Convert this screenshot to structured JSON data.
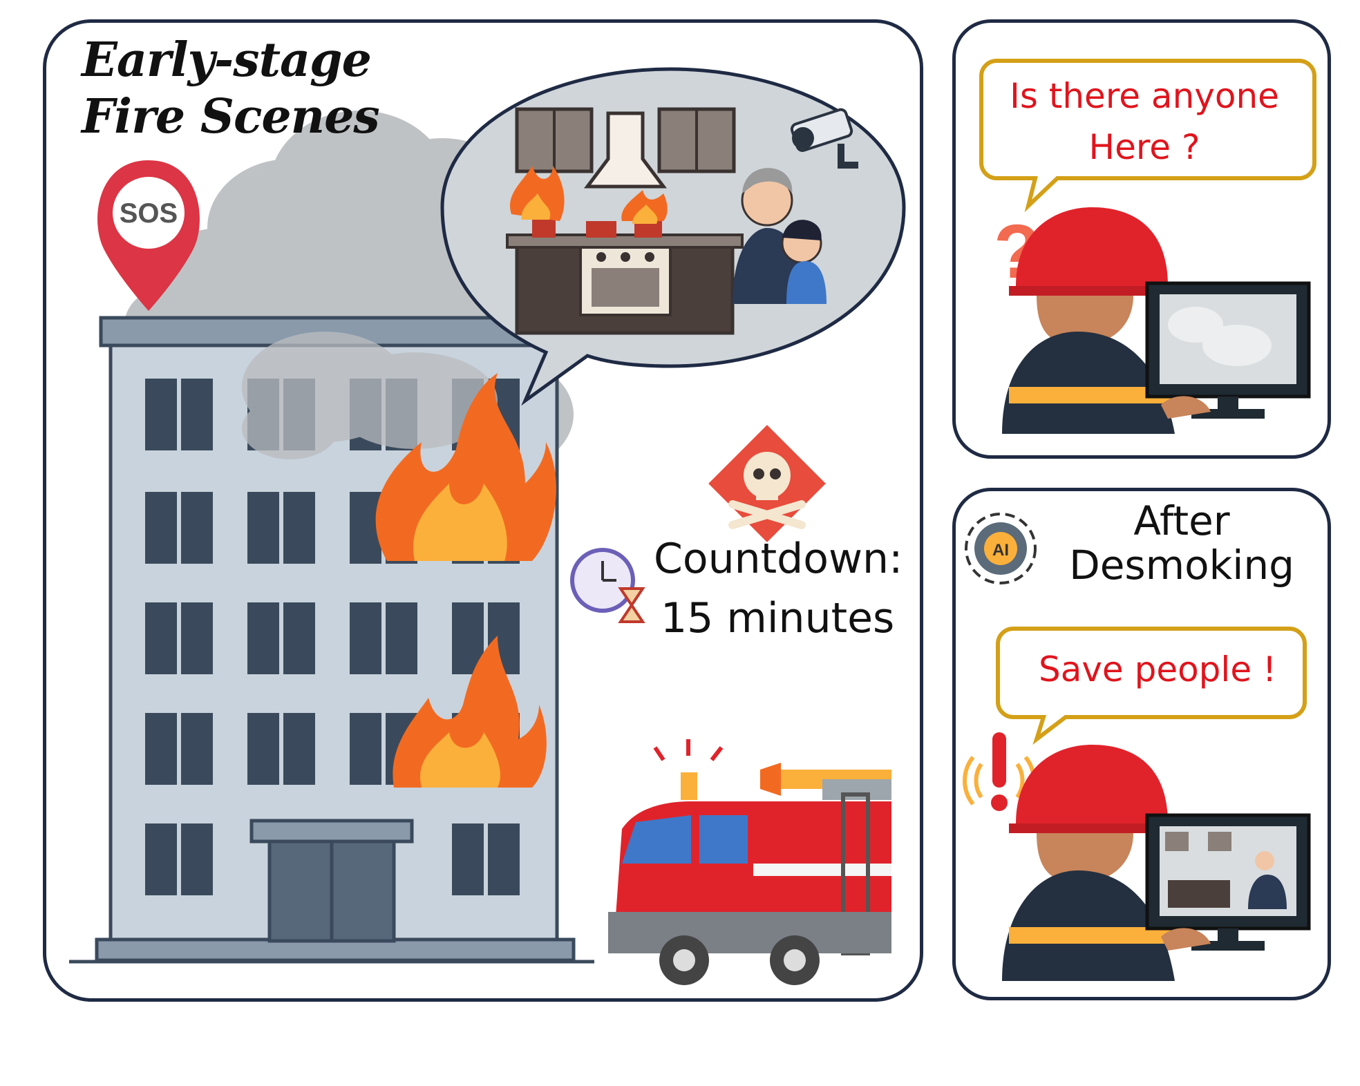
{
  "left_panel": {
    "title_line1": "Early-stage",
    "title_line2": "Fire Scenes",
    "sos_label": "SOS",
    "countdown_label": "Countdown:",
    "countdown_value": "15 minutes"
  },
  "top_right_panel": {
    "question_line1": "Is there anyone",
    "question_line2": "Here ?"
  },
  "bottom_right_panel": {
    "ai_label": "AI",
    "after_line1": "After",
    "after_line2": "Desmoking",
    "alert_text": "Save people !"
  },
  "colors": {
    "panel_border": "#1f2a44",
    "speech_text": "#e0141c",
    "speech_border": "#d4a017",
    "fire_outer": "#f26a21",
    "fire_inner": "#fbb03b",
    "building": "#c9d3dd",
    "window": "#3a4a5c",
    "smoke": "#b9bcbf",
    "truck_red": "#e0232b"
  },
  "icons": [
    "sos-pin-icon",
    "security-camera-icon",
    "skull-warning-icon",
    "clock-hourglass-icon",
    "question-mark-icon",
    "exclamation-alert-icon",
    "ai-gear-icon",
    "fire-truck-icon",
    "monitor-icon"
  ]
}
